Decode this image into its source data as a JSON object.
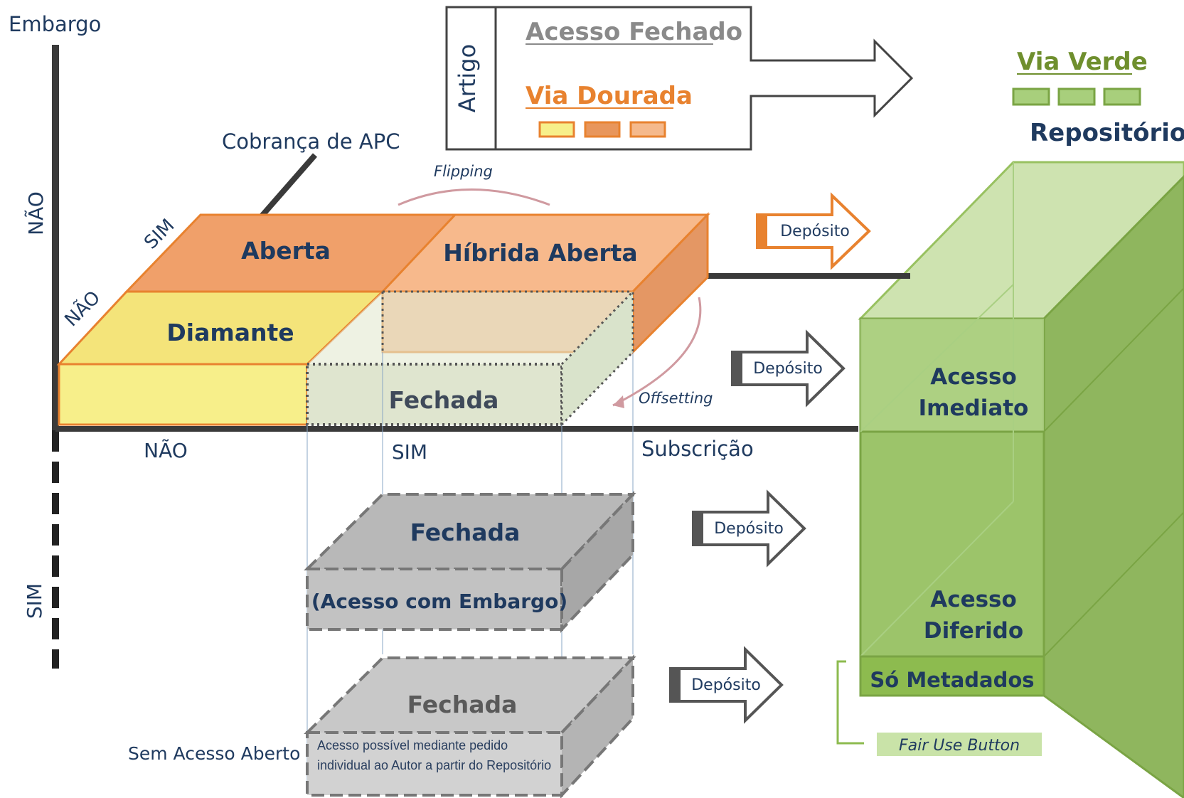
{
  "axes": {
    "embargo": {
      "title": "Embargo",
      "nao": "NÃO",
      "sim": "SIM"
    },
    "apc": {
      "title": "Cobrança de APC",
      "nao": "NÃO",
      "sim": "SIM"
    },
    "subscription": {
      "title": "Subscrição",
      "nao": "NÃO",
      "sim": "SIM"
    }
  },
  "legend_box": {
    "vertical_label": "Artigo",
    "closed_access": "Acesso Fechado",
    "gold_road": "Via Dourada",
    "gold_swatches": [
      "#f7ef8a",
      "#e8965c",
      "#f5b98c"
    ]
  },
  "green_road": {
    "title": "Via Verde",
    "subtitle": "Repositório",
    "swatches": [
      "#a8cf7c",
      "#a8cf7c",
      "#a8cf7c"
    ]
  },
  "blocks": {
    "aberta": "Aberta",
    "hibrida": "Híbrida Aberta",
    "diamante": "Diamante",
    "fechada_top": "Fechada",
    "fechada_embargo": "Fechada",
    "embargo_sub": "(Acesso com Embargo)",
    "fechada_bottom": "Fechada",
    "bottom_note": "Acesso possível mediante pedido individual ao Autor a partir do Repositório"
  },
  "annotations": {
    "flipping": "Flipping",
    "offsetting": "Offsetting",
    "sem_acesso": "Sem Acesso Aberto",
    "fair_use": "Fair Use Button"
  },
  "deposits": [
    "Depósito",
    "Depósito",
    "Depósito",
    "Depósito"
  ],
  "repository": {
    "imediato_1": "Acesso",
    "imediato_2": "Imediato",
    "diferido_1": "Acesso",
    "diferido_2": "Diferido",
    "metadados": "Só Metadados"
  },
  "colors": {
    "orange": "#e8822f",
    "yellow": "#f7ef8a",
    "green": "#8dbb4f",
    "navy": "#1f3a5f",
    "gray": "#c8c8c8"
  }
}
